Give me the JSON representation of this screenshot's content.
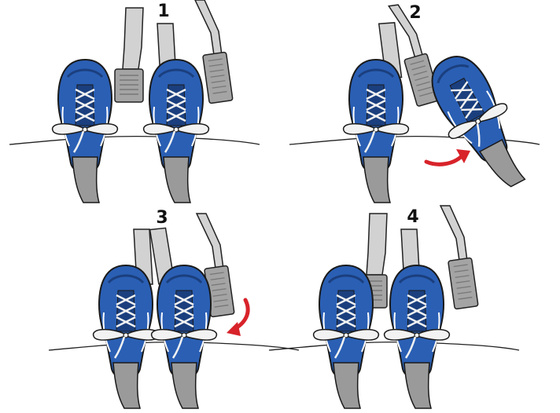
{
  "panels": [
    {
      "label": "1",
      "pedal_shoe": "resting",
      "arrow": "none"
    },
    {
      "label": "2",
      "pedal_shoe": "pivoted",
      "arrow": "curved-right"
    },
    {
      "label": "3",
      "pedal_shoe": "resting",
      "arrow": "curved-down"
    },
    {
      "label": "4",
      "pedal_shoe": "resting",
      "arrow": "none"
    }
  ],
  "colors": {
    "shoe": "#2a5fb4",
    "shoe_dark": "#1b3f7e",
    "pedal": "#d2d2d2",
    "pedal_face": "#a4a4a4",
    "arrow": "#d8232a",
    "outline": "#222222"
  },
  "icons": {
    "shoe": "blue-sneaker-icon",
    "pedal": "car-pedal-icon",
    "arrow": "red-curved-arrow-icon"
  }
}
